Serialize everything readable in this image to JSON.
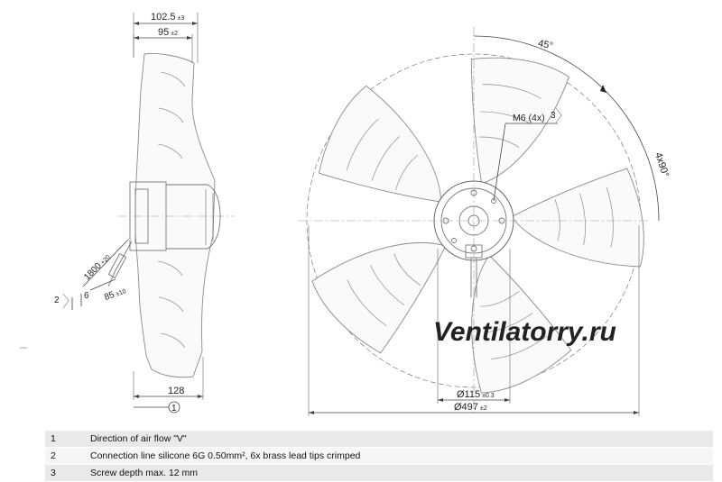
{
  "side_view": {
    "dim_overall": "102.5",
    "dim_overall_tol": "±3",
    "dim_inner": "95",
    "dim_inner_tol": "±2",
    "dim_bottom": "128",
    "cable_length": "1800",
    "cable_length_tol": "+20",
    "strip_length": "6",
    "sleeve_length": "85",
    "sleeve_length_tol": "±10",
    "callout_airflow": "1",
    "callout_cable": "2"
  },
  "front_view": {
    "angle": "45°",
    "angle_pattern": "4x90°",
    "screw_label": "M6 (4x)",
    "callout_screw": "3",
    "dia_hub": "Ø115",
    "dia_hub_tol": "±0.3",
    "dia_outer": "Ø497",
    "dia_outer_tol": "±2"
  },
  "watermark": "Ventilatorry.ru",
  "notes": [
    {
      "num": "1",
      "text": "Direction of air flow \"V\""
    },
    {
      "num": "2",
      "text": "Connection line silicone 6G 0.50mm², 6x brass lead tips crimped"
    },
    {
      "num": "3",
      "text": "Screw depth max. 12 mm"
    }
  ]
}
